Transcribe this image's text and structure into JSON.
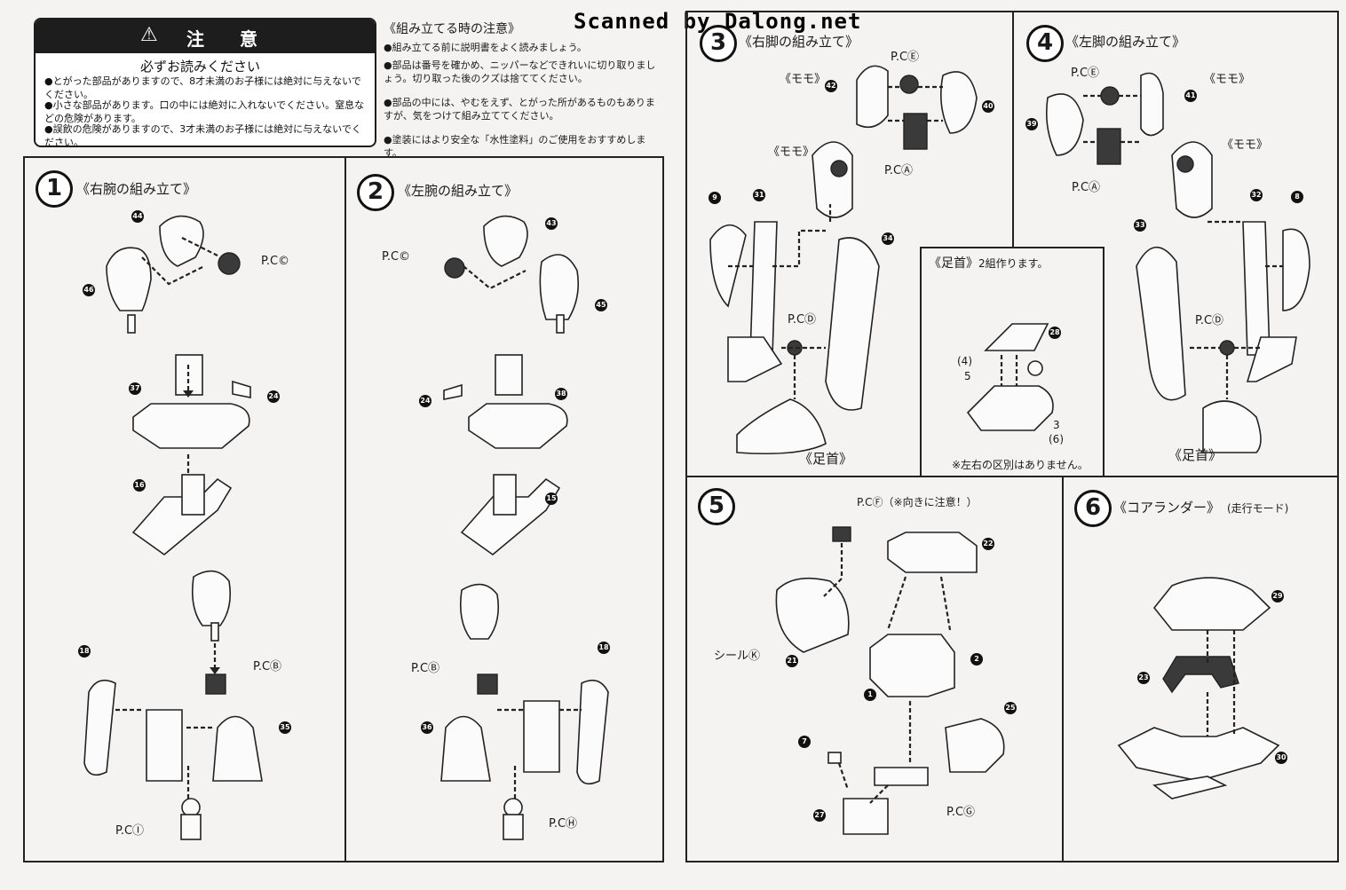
{
  "watermark": "Scanned by Dalong.net",
  "caution": {
    "title": "注　意",
    "subtitle": "必ずお読みください",
    "items": [
      "●とがった部品がありますので、8才未満のお子様には絶対に与えないでください。",
      "●小さな部品があります。口の中には絶対に入れないでください。窒息などの危険があります。",
      "●誤飲の危険がありますので、3才未満のお子様には絶対に与えないでください。"
    ]
  },
  "assembly_notes": {
    "title": "《組み立てる時の注意》",
    "items": [
      "●組み立てる前に説明書をよく読みましょう。",
      "●部品は番号を確かめ、ニッパーなどできれいに切り取りましょう。切り取った後のクズは捨ててください。",
      "●部品の中には、やむをえず、とがった所があるものもありますが、気をつけて組み立ててください。",
      "●塗装にはより安全な「水性塗料」のご使用をおすすめします。"
    ]
  },
  "steps": {
    "s1": {
      "num": "1",
      "title": "《右腕の組み立て》",
      "pc_c": "P.C©",
      "pc_b": "P.CⒷ",
      "pc_i": "P.CⒾ",
      "parts": [
        "44",
        "46",
        "37",
        "24",
        "16",
        "18",
        "35"
      ]
    },
    "s2": {
      "num": "2",
      "title": "《左腕の組み立て》",
      "pc_c": "P.C©",
      "pc_b": "P.CⒷ",
      "pc_h": "P.CⒽ",
      "parts": [
        "43",
        "45",
        "24",
        "38",
        "15",
        "18",
        "36"
      ]
    },
    "s3": {
      "num": "3",
      "title": "《右脚の組み立て》",
      "momo1": "《モモ》",
      "momo2": "《モモ》",
      "pc_e": "P.CⒺ",
      "pc_a": "P.CⒶ",
      "pc_d": "P.CⒹ",
      "ashikubi": "《足首》",
      "parts": [
        "42",
        "40",
        "9",
        "31",
        "34"
      ]
    },
    "s4": {
      "num": "4",
      "title": "《左脚の組み立て》",
      "momo1": "《モモ》",
      "momo2": "《モモ》",
      "pc_e": "P.CⒺ",
      "pc_a": "P.CⒶ",
      "pc_d": "P.CⒹ",
      "ashikubi": "《足首》",
      "parts": [
        "41",
        "39",
        "32",
        "8",
        "33"
      ]
    },
    "ankle": {
      "title": "《足首》",
      "note": "2組作ります。",
      "footnote": "※左右の区別はありません。",
      "p4": "(4)",
      "p5": "5",
      "p3": "3",
      "p6": "(6)",
      "parts": [
        "28"
      ]
    },
    "s5": {
      "num": "5",
      "pc_f": "P.CⒻ（※向きに注意！）",
      "seal": "シールⓀ",
      "pc_g": "P.CⒼ",
      "parts": [
        "22",
        "21",
        "2",
        "1",
        "25",
        "7",
        "27"
      ]
    },
    "s6": {
      "num": "6",
      "title": "《コアランダー》",
      "subtitle": "(走行モード)",
      "parts": [
        "29",
        "23",
        "30"
      ]
    }
  },
  "colors": {
    "ink": "#1a1a1a",
    "paper": "#f4f3f1",
    "pc_part": "#3a3a3a"
  }
}
